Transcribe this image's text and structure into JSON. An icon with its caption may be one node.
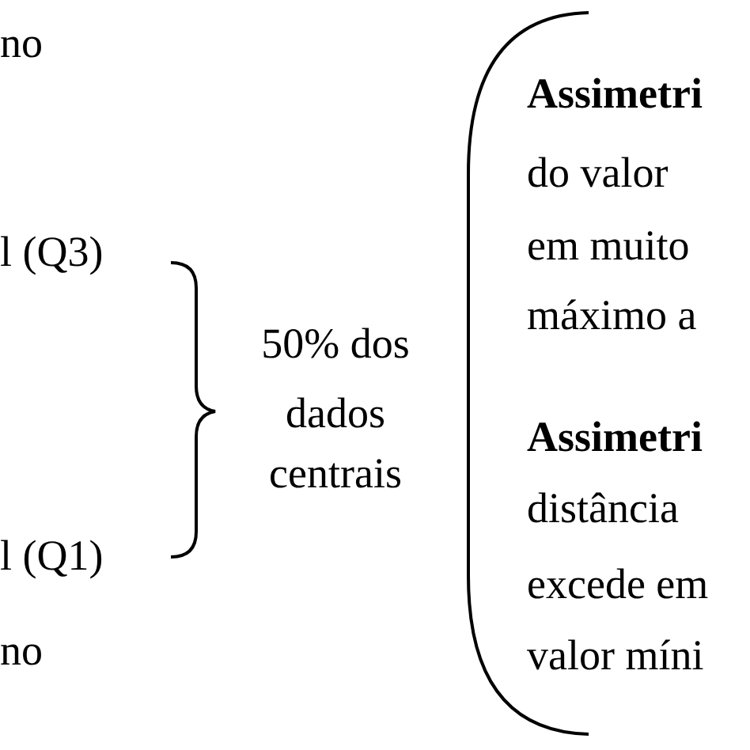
{
  "diagram": {
    "labels": [
      "no",
      "l (Q3)",
      "l (Q1)",
      "no",
      "50% dos",
      "dados",
      "centrais",
      "Assimetri",
      "do valor",
      "em muito",
      "máximo a",
      "Assimetri",
      "distância",
      "excede em",
      "valor míni"
    ]
  }
}
